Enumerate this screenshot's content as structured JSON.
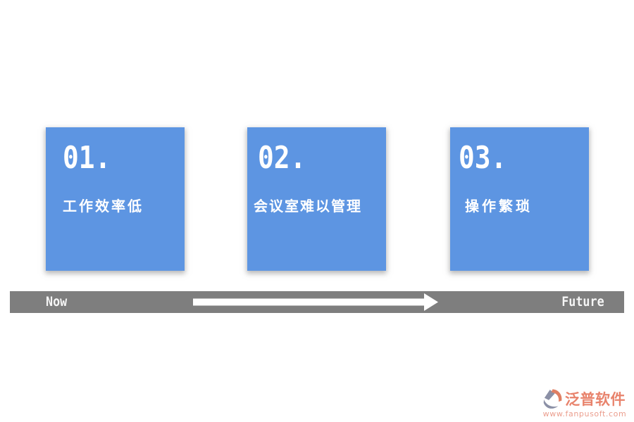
{
  "slide_title": "",
  "cards": [
    {
      "number": "01.",
      "label": "工作效率低"
    },
    {
      "number": "02.",
      "label": "会议室难以管理"
    },
    {
      "number": "03.",
      "label": "操作繁琐"
    }
  ],
  "timeline": {
    "start_label": "Now",
    "end_label": "Future",
    "arrow_icon": "right-arrow-icon"
  },
  "branding": {
    "company_name": "泛普软件",
    "website": "www.fanpusoft.com",
    "logo_icon": "fanpu-logo-icon"
  },
  "colors": {
    "card_background": "#5d95e2",
    "card_text": "#ffffff",
    "timeline_bar": "#7e7e7e",
    "timeline_text": "#f5f5f5",
    "arrow": "#ffffff",
    "brand_salmon": "#e8836c",
    "brand_url_salmon": "#eb9e8e",
    "logo_gray_blue": "#8b90a6",
    "logo_orange": "#df7f63",
    "page_background": "#ffffff"
  }
}
